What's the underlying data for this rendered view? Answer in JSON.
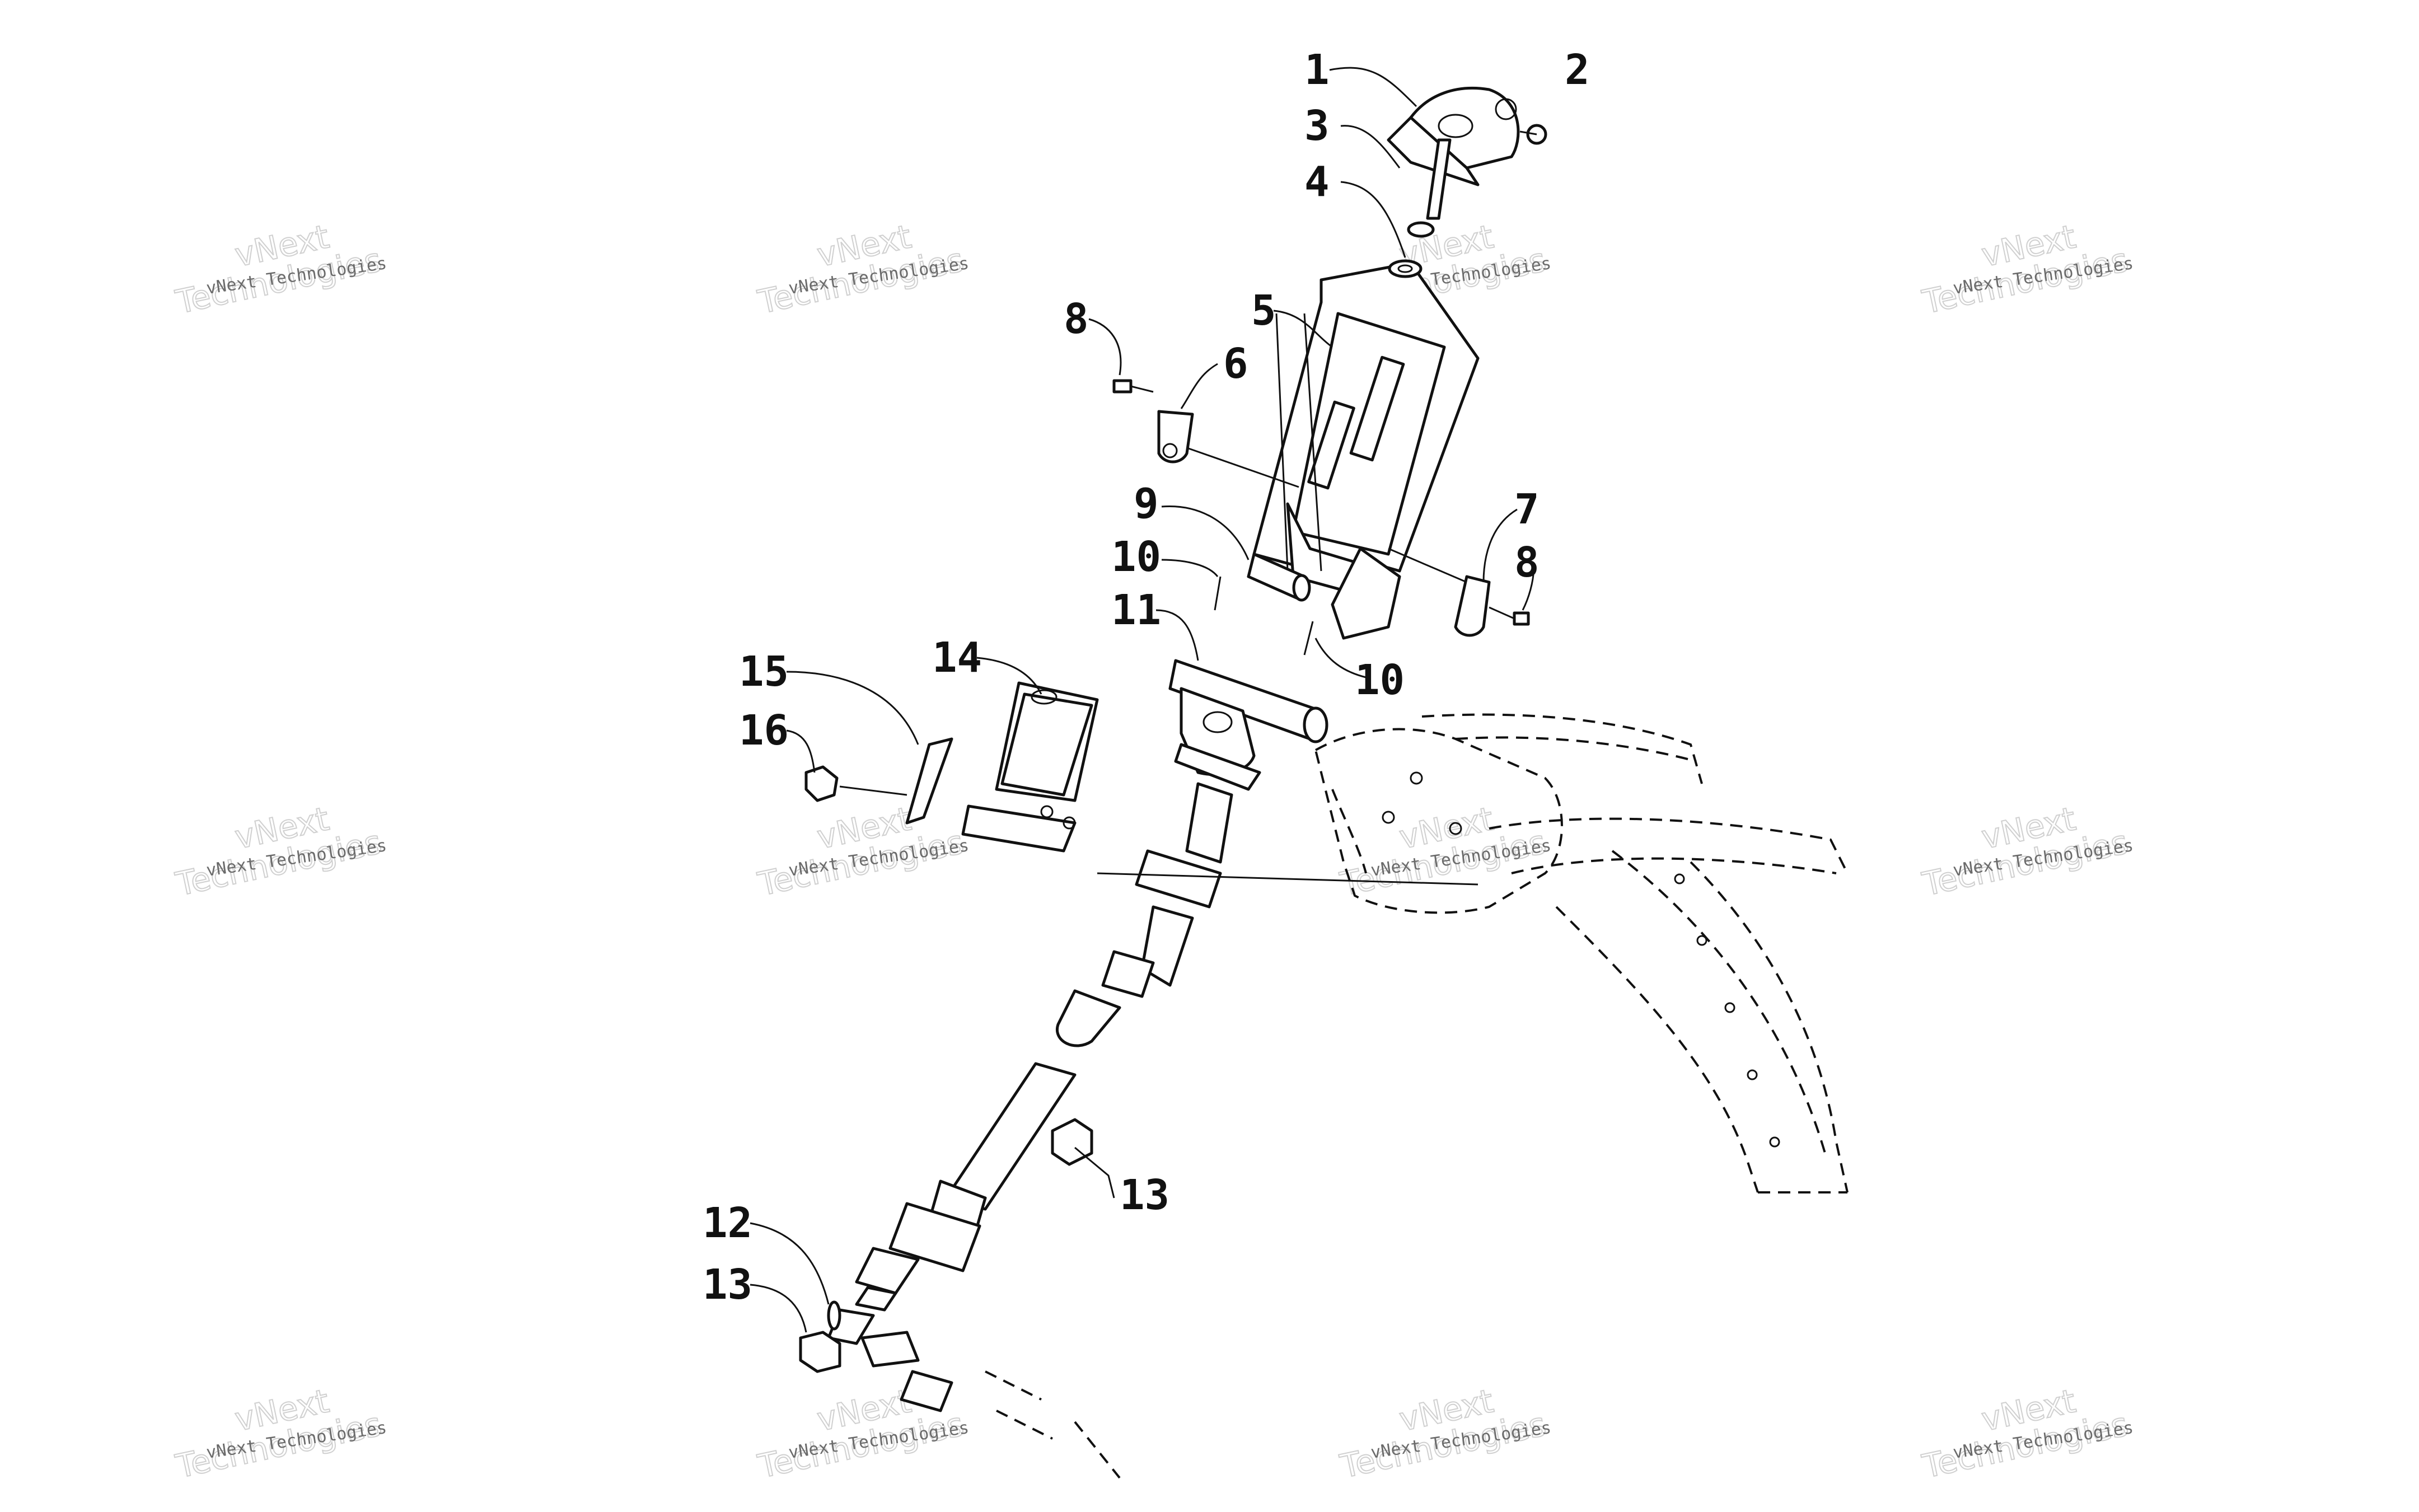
{
  "watermark": {
    "line1": "vNext Technologies",
    "line2": "vNext",
    "line3": "Technologies"
  },
  "callouts": [
    {
      "id": "c1",
      "text": "1"
    },
    {
      "id": "c2",
      "text": "2"
    },
    {
      "id": "c3",
      "text": "3"
    },
    {
      "id": "c4",
      "text": "4"
    },
    {
      "id": "c5",
      "text": "5"
    },
    {
      "id": "c6",
      "text": "6"
    },
    {
      "id": "c7",
      "text": "7"
    },
    {
      "id": "c8a",
      "text": "8"
    },
    {
      "id": "c8b",
      "text": "8"
    },
    {
      "id": "c9",
      "text": "9"
    },
    {
      "id": "c10a",
      "text": "10"
    },
    {
      "id": "c10b",
      "text": "10"
    },
    {
      "id": "c11",
      "text": "11"
    },
    {
      "id": "c12",
      "text": "12"
    },
    {
      "id": "c13a",
      "text": "13"
    },
    {
      "id": "c13b",
      "text": "13"
    },
    {
      "id": "c14",
      "text": "14"
    },
    {
      "id": "c15",
      "text": "15"
    },
    {
      "id": "c16",
      "text": "16"
    }
  ]
}
